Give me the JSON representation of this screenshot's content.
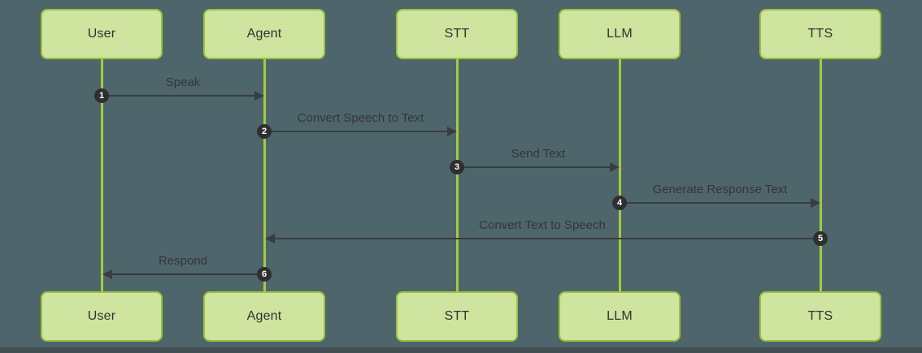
{
  "background_color": "#4e666b",
  "bottom_bar_color": "#414e52",
  "diagram": {
    "type": "sequence",
    "actors": [
      {
        "id": "user",
        "label": "User"
      },
      {
        "id": "agent",
        "label": "Agent"
      },
      {
        "id": "stt",
        "label": "STT"
      },
      {
        "id": "llm",
        "label": "LLM"
      },
      {
        "id": "tts",
        "label": "TTS"
      }
    ],
    "messages": [
      {
        "seq": "1",
        "from": "user",
        "to": "agent",
        "label": "Speak"
      },
      {
        "seq": "2",
        "from": "agent",
        "to": "stt",
        "label": "Convert Speech to Text"
      },
      {
        "seq": "3",
        "from": "stt",
        "to": "llm",
        "label": "Send Text"
      },
      {
        "seq": "4",
        "from": "llm",
        "to": "tts",
        "label": "Generate Response Text"
      },
      {
        "seq": "5",
        "from": "tts",
        "to": "agent",
        "label": "Convert Text to Speech"
      },
      {
        "seq": "6",
        "from": "agent",
        "to": "user",
        "label": "Respond"
      }
    ],
    "colors": {
      "actor_fill": "#cfe49e",
      "actor_border": "#9bc43c",
      "lifeline": "#a4cc3a",
      "arrow": "#383d3f",
      "message_text": "#333638",
      "actor_text": "#303234",
      "badge_fill": "#2d2f30",
      "badge_text": "#ffffff"
    }
  }
}
